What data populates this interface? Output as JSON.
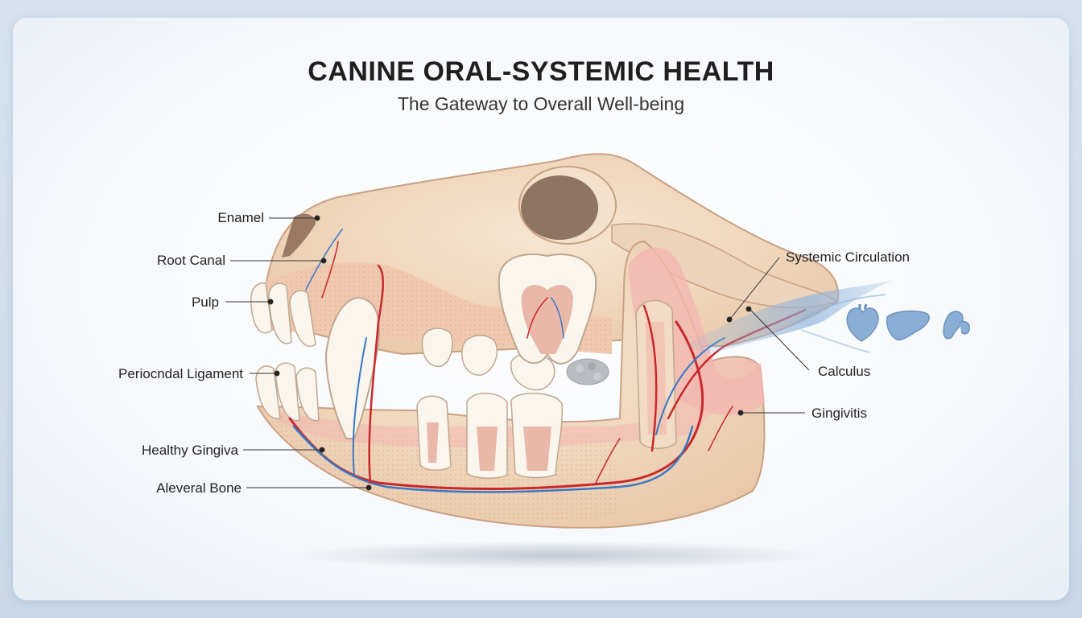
{
  "header": {
    "title": "CANINE ORAL-SYSTEMIC HEALTH",
    "subtitle": "The Gateway to Overall Well-being"
  },
  "labels": {
    "enamel": "Enamel",
    "root_canal": "Root Canal",
    "pulp": "Pulp",
    "periodontal_ligament": "Perioᴄndal Ligament",
    "healthy_gingiva": "Healthy Gingiva",
    "alveolar_bone": "Aleveral Bone",
    "systemic_circulation": "Systemic Circulation",
    "calculus": "Calculus",
    "gingivitis": "Gingivitis"
  },
  "organs": [
    "heart-icon",
    "liver-icon",
    "kidney-icon"
  ],
  "colors": {
    "bone": "#f1d9c2",
    "gum": "#f2b7b0",
    "artery": "#c8282c",
    "vein": "#3a78c4",
    "tooth": "#faf6ee",
    "calculus": "#b9bcc0"
  }
}
